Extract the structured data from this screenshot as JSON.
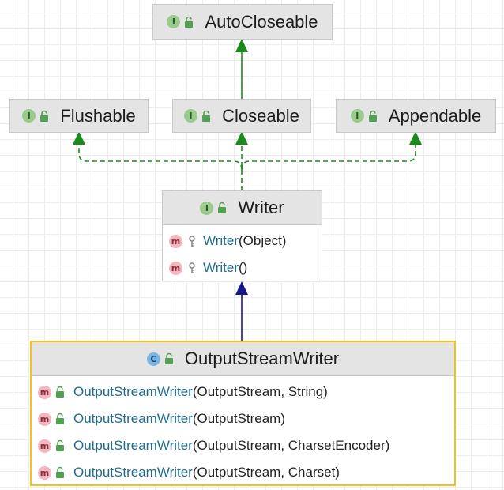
{
  "diagram": {
    "nodes": {
      "autocloseable": {
        "name": "AutoCloseable",
        "kind": "I",
        "kind_icon": "interface-icon"
      },
      "flushable": {
        "name": "Flushable",
        "kind": "I",
        "kind_icon": "interface-icon"
      },
      "closeable": {
        "name": "Closeable",
        "kind": "I",
        "kind_icon": "interface-icon"
      },
      "appendable": {
        "name": "Appendable",
        "kind": "I",
        "kind_icon": "interface-icon"
      },
      "writer": {
        "name": "Writer",
        "kind": "I",
        "kind_icon": "interface-icon",
        "members": [
          {
            "kind": "m",
            "name": "Writer",
            "params": "(Object)",
            "visibility_icon": "protected-key-icon"
          },
          {
            "kind": "m",
            "name": "Writer",
            "params": "()",
            "visibility_icon": "protected-key-icon"
          }
        ]
      },
      "outputstreamwriter": {
        "name": "OutputStreamWriter",
        "kind": "C",
        "kind_icon": "class-icon",
        "members": [
          {
            "kind": "m",
            "name": "OutputStreamWriter",
            "params": "(OutputStream, String)",
            "visibility_icon": "public-lock-icon"
          },
          {
            "kind": "m",
            "name": "OutputStreamWriter",
            "params": "(OutputStream)",
            "visibility_icon": "public-lock-icon"
          },
          {
            "kind": "m",
            "name": "OutputStreamWriter",
            "params": "(OutputStream, CharsetEncoder)",
            "visibility_icon": "public-lock-icon"
          },
          {
            "kind": "m",
            "name": "OutputStreamWriter",
            "params": "(OutputStream, Charset)",
            "visibility_icon": "public-lock-icon"
          }
        ]
      }
    },
    "edges": [
      {
        "from": "Closeable",
        "to": "AutoCloseable",
        "type": "extends"
      },
      {
        "from": "Writer",
        "to": "Flushable",
        "type": "implements"
      },
      {
        "from": "Writer",
        "to": "Closeable",
        "type": "implements"
      },
      {
        "from": "Writer",
        "to": "Appendable",
        "type": "implements"
      },
      {
        "from": "OutputStreamWriter",
        "to": "Writer",
        "type": "extends"
      }
    ]
  },
  "colors": {
    "interface_edge": "#1a8a1a",
    "class_edge": "#16168c",
    "selected_border": "#f2c31d",
    "header_bg": "#e4e4e4",
    "member_name": "#1e6b8f"
  }
}
